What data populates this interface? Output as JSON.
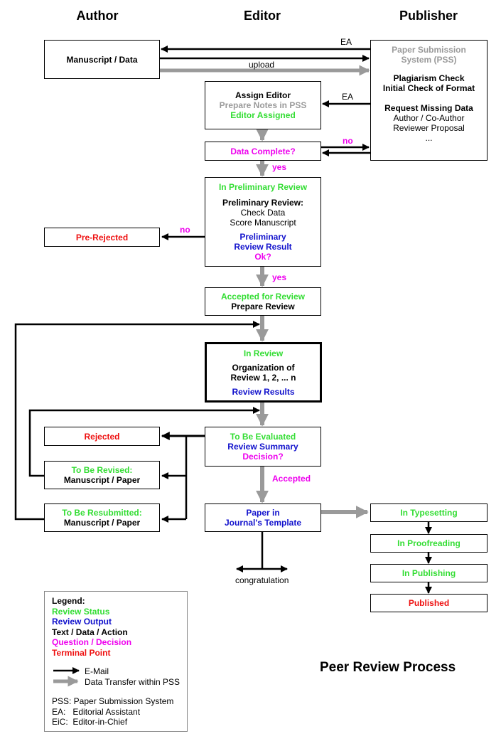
{
  "columns": {
    "author": "Author",
    "editor": "Editor",
    "publisher": "Publisher"
  },
  "boxes": {
    "manuscript": "Manuscript / Data",
    "pss": {
      "line1": "Paper Submission",
      "line2": "System (PSS)",
      "plagiarism": "Plagiarism Check",
      "format": "Initial Check of Format",
      "request": "Request Missing Data",
      "coauthor": "Author / Co-Author",
      "reviewer": "Reviewer Proposal",
      "more": "..."
    },
    "assign": {
      "title": "Assign Editor",
      "notes": "Prepare Notes in PSS",
      "status": "Editor Assigned"
    },
    "data_complete": "Data Complete?",
    "prelim": {
      "status": "In Preliminary Review",
      "title": "Preliminary Review:",
      "check": "Check Data",
      "score": "Score Manuscript",
      "result1": "Preliminary",
      "result2": "Review Result",
      "ok": "Ok?"
    },
    "pre_rejected": "Pre-Rejected",
    "accepted_review": {
      "status": "Accepted for Review",
      "action": "Prepare Review"
    },
    "in_review": {
      "status": "In Review",
      "org1": "Organization of",
      "org2": "Review 1, 2, ... n",
      "results": "Review Results"
    },
    "evaluated": {
      "status": "To Be Evaluated",
      "summary": "Review Summary",
      "decision": "Decision?"
    },
    "rejected": "Rejected",
    "revised": {
      "status": "To Be Revised:",
      "action": "Manuscript / Paper"
    },
    "resubmitted": {
      "status": "To Be Resubmitted:",
      "action": "Manuscript / Paper"
    },
    "template": {
      "line1": "Paper in",
      "line2": "Journal's Template"
    },
    "typesetting": "In Typesetting",
    "proofreading": "In Proofreading",
    "publishing": "In Publishing",
    "published": "Published"
  },
  "labels": {
    "ea1": "EA",
    "ea2": "EA",
    "upload": "upload",
    "no1": "no",
    "yes1": "yes",
    "no2": "no",
    "yes2": "yes",
    "accepted": "Accepted",
    "congratulation": "congratulation"
  },
  "legend": {
    "heading": "Legend:",
    "review_status": "Review Status",
    "review_output": "Review Output",
    "text_action": "Text / Data / Action",
    "question": "Question / Decision",
    "terminal": "Terminal Point",
    "email": "E-Mail",
    "transfer": "Data Transfer within PSS",
    "pss": "PSS: Paper Submission System",
    "ea": "EA:   Editorial Assistant",
    "eic": "EiC:  Editor-in-Chief"
  },
  "title": "Peer Review Process",
  "colors": {
    "review_status": "#33dd33",
    "review_output": "#1111cc",
    "question": "#ee00ee",
    "terminal": "#ee1111",
    "pss_transfer": "#9a9a9a"
  }
}
